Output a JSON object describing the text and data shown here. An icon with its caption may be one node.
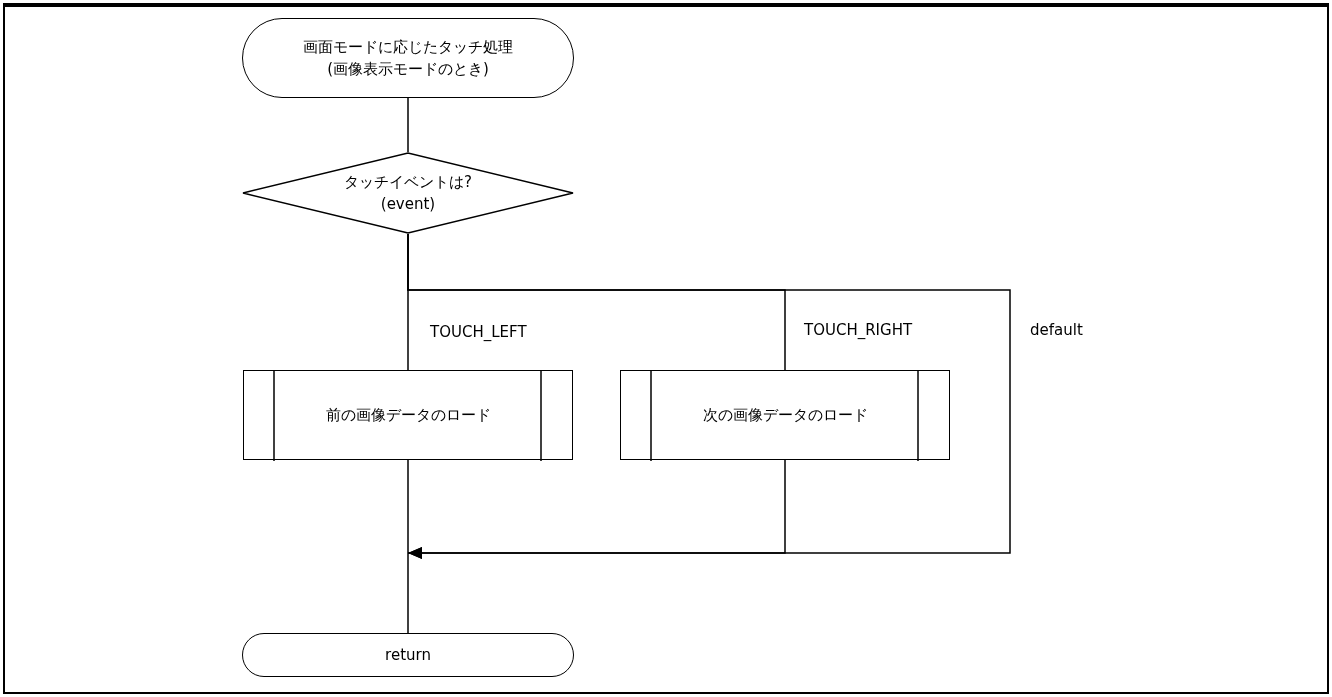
{
  "diagram": {
    "nodes": [
      {
        "text": [
          "画面モードに応じたタッチ処理",
          "(画像表示モードのとき)"
        ]
      },
      {
        "text": [
          "タッチイベントは?",
          "(event)"
        ]
      },
      {
        "text": [
          "前の画像データのロード"
        ]
      },
      {
        "text": [
          "次の画像データのロード"
        ]
      },
      {
        "text": [
          "return"
        ]
      }
    ],
    "edges": [
      {
        "from": 0,
        "to": 1,
        "arrow": "none"
      },
      {
        "from": 1,
        "to": 2,
        "arrow": "none",
        "label": "TOUCH_LEFT"
      },
      {
        "from": 1,
        "to": 3,
        "arrow": "none",
        "label": "TOUCH_RIGHT"
      },
      {
        "from": 1,
        "to": 4,
        "arrow": "to",
        "label": "default"
      },
      {
        "from": 2,
        "to": 4,
        "arrow": "none"
      },
      {
        "from": 3,
        "to": 4,
        "arrow": "to"
      }
    ]
  }
}
